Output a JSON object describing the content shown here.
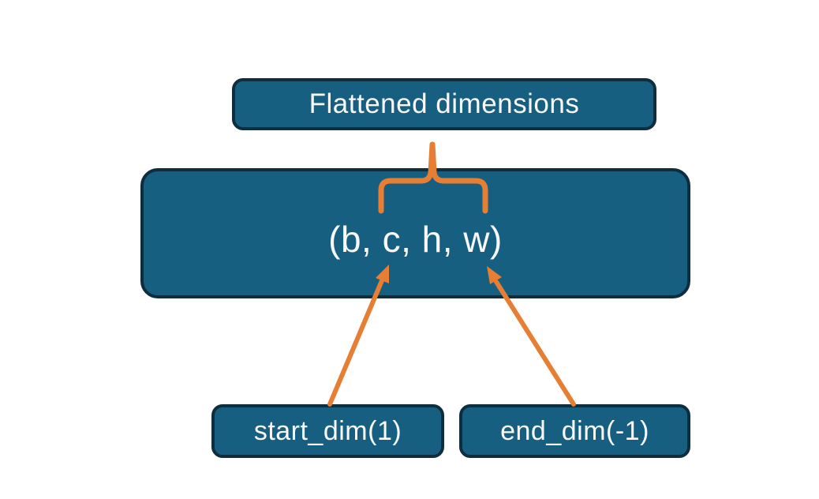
{
  "diagram": {
    "title_box": {
      "label": "Flattened dimensions"
    },
    "tensor_box": {
      "label": "(b, c, h, w)"
    },
    "start_dim_box": {
      "label": "start_dim(1)"
    },
    "end_dim_box": {
      "label": "end_dim(-1)"
    }
  },
  "icons": {
    "brace": "curly-brace-pointing-up",
    "start_arrow": "diagonal-arrow-up-right",
    "end_arrow": "diagonal-arrow-up-left"
  },
  "colors": {
    "box-fill": "#175F80",
    "box-border": "#0E2D3D",
    "accent": "#E67E33",
    "text-light": "#F8F8F8",
    "background": "#FFFFFF"
  }
}
